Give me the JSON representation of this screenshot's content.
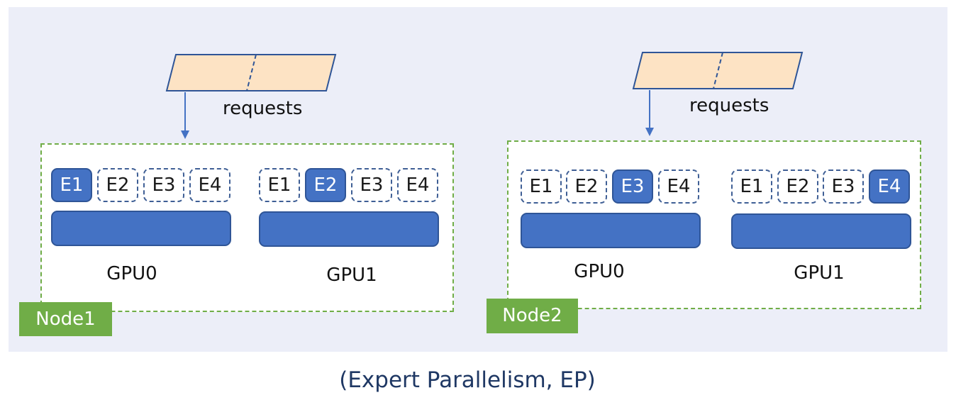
{
  "caption": "(Expert Parallelism, EP)",
  "colors": {
    "background_panel": "#eceef8",
    "node_border": "#70ad47",
    "node_label_bg": "#70ad47",
    "expert_active": "#4472c4",
    "gpu_bar": "#4472c4",
    "request_fill": "#fde3c4",
    "arrow": "#4472c4",
    "caption_text": "#1f3864"
  },
  "nodes": [
    {
      "label": "Node1",
      "request_label": "requests",
      "gpus": [
        {
          "label": "GPU0",
          "experts": [
            {
              "label": "E1",
              "active": true
            },
            {
              "label": "E2",
              "active": false
            },
            {
              "label": "E3",
              "active": false
            },
            {
              "label": "E4",
              "active": false
            }
          ]
        },
        {
          "label": "GPU1",
          "experts": [
            {
              "label": "E1",
              "active": false
            },
            {
              "label": "E2",
              "active": true
            },
            {
              "label": "E3",
              "active": false
            },
            {
              "label": "E4",
              "active": false
            }
          ]
        }
      ]
    },
    {
      "label": "Node2",
      "request_label": "requests",
      "gpus": [
        {
          "label": "GPU0",
          "experts": [
            {
              "label": "E1",
              "active": false
            },
            {
              "label": "E2",
              "active": false
            },
            {
              "label": "E3",
              "active": true
            },
            {
              "label": "E4",
              "active": false
            }
          ]
        },
        {
          "label": "GPU1",
          "experts": [
            {
              "label": "E1",
              "active": false
            },
            {
              "label": "E2",
              "active": false
            },
            {
              "label": "E3",
              "active": false
            },
            {
              "label": "E4",
              "active": true
            }
          ]
        }
      ]
    }
  ]
}
